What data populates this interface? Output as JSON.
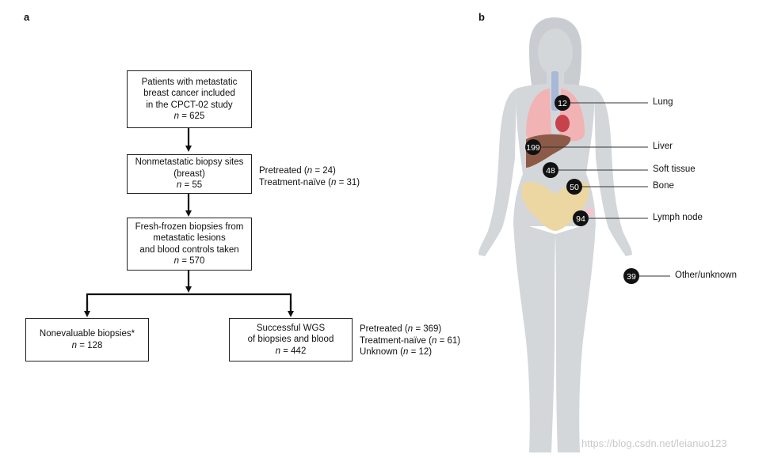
{
  "panels": {
    "a": "a",
    "b": "b"
  },
  "flowchart": {
    "box1": {
      "line1": "Patients with metastatic",
      "line2": "breast cancer included",
      "line3": "in the CPCT-02 study",
      "n_prefix": "n",
      "n_value": " = 625"
    },
    "box2": {
      "line1": "Nonmetastatic biopsy sites",
      "line2": "(breast)",
      "n_prefix": "n",
      "n_value": " = 55"
    },
    "box2_side": [
      {
        "label": "Pretreated (",
        "n": "n",
        "rest": " = 24)"
      },
      {
        "label": "Treatment-naïve (",
        "n": "n",
        "rest": " = 31)"
      }
    ],
    "box3": {
      "line1": "Fresh-frozen biopsies from",
      "line2": "metastatic lesions",
      "line3": "and blood controls taken",
      "n_prefix": "n",
      "n_value": " = 570"
    },
    "box4": {
      "line1": "Nonevaluable biopsies*",
      "n_prefix": "n",
      "n_value": " = 128"
    },
    "box5": {
      "line1": "Successful WGS",
      "line2": "of biopsies and blood",
      "n_prefix": "n",
      "n_value": " = 442"
    },
    "box5_side": [
      {
        "label": "Pretreated (",
        "n": "n",
        "rest": " = 369)"
      },
      {
        "label": "Treatment-naïve (",
        "n": "n",
        "rest": " = 61)"
      },
      {
        "label": "Unknown (",
        "n": "n",
        "rest": " = 12)"
      }
    ]
  },
  "body_map": {
    "sites": [
      {
        "count": "12",
        "label": "Lung"
      },
      {
        "count": "199",
        "label": "Liver"
      },
      {
        "count": "48",
        "label": "Soft tissue"
      },
      {
        "count": "50",
        "label": "Bone"
      },
      {
        "count": "94",
        "label": "Lymph node"
      },
      {
        "count": "39",
        "label": "Other/unknown"
      }
    ],
    "colors": {
      "body": "#d3d7da",
      "lung": "#f1b3b3",
      "liver": "#8c5a46",
      "bone": "#ecd6a2",
      "trachea": "#a9b8d6",
      "marker": "#111111"
    }
  },
  "watermark": "https://blog.csdn.net/leianuo123"
}
